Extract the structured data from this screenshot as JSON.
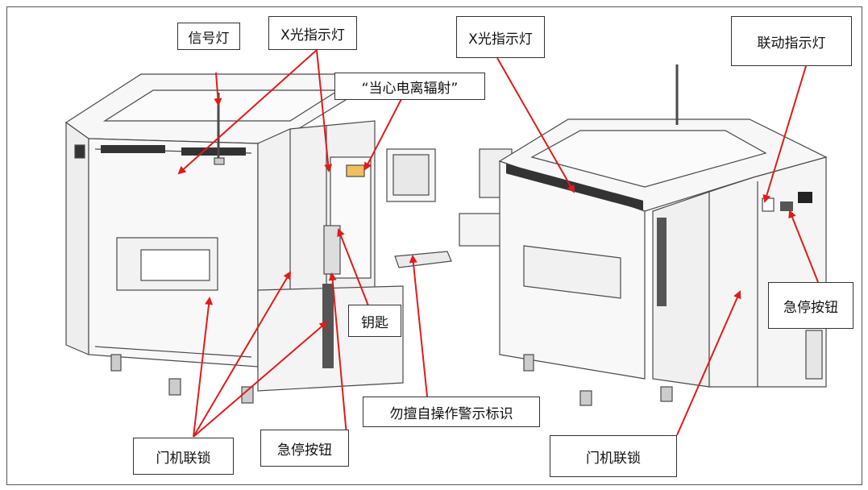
{
  "labels": {
    "signal_light": "信号灯",
    "xray_indicator_left": "X光指示灯",
    "radiation_warning": "“当心电离辐射”",
    "xray_indicator_right": "X光指示灯",
    "interlock_indicator": "联动指示灯",
    "key": "钥匙",
    "emergency_stop_right": "急停按钮",
    "no_unauthorized_operation": "勿擅自操作警示标识",
    "door_interlock_left": "门机联锁",
    "emergency_stop_center": "急停按钮",
    "door_interlock_right": "门机联锁"
  },
  "colors": {
    "arrow": "#e01b1b",
    "line": "#4a4a4a",
    "panel": "#f3f3f3"
  },
  "icons": [
    "warning-sign-icon",
    "signal-tower-icon"
  ]
}
